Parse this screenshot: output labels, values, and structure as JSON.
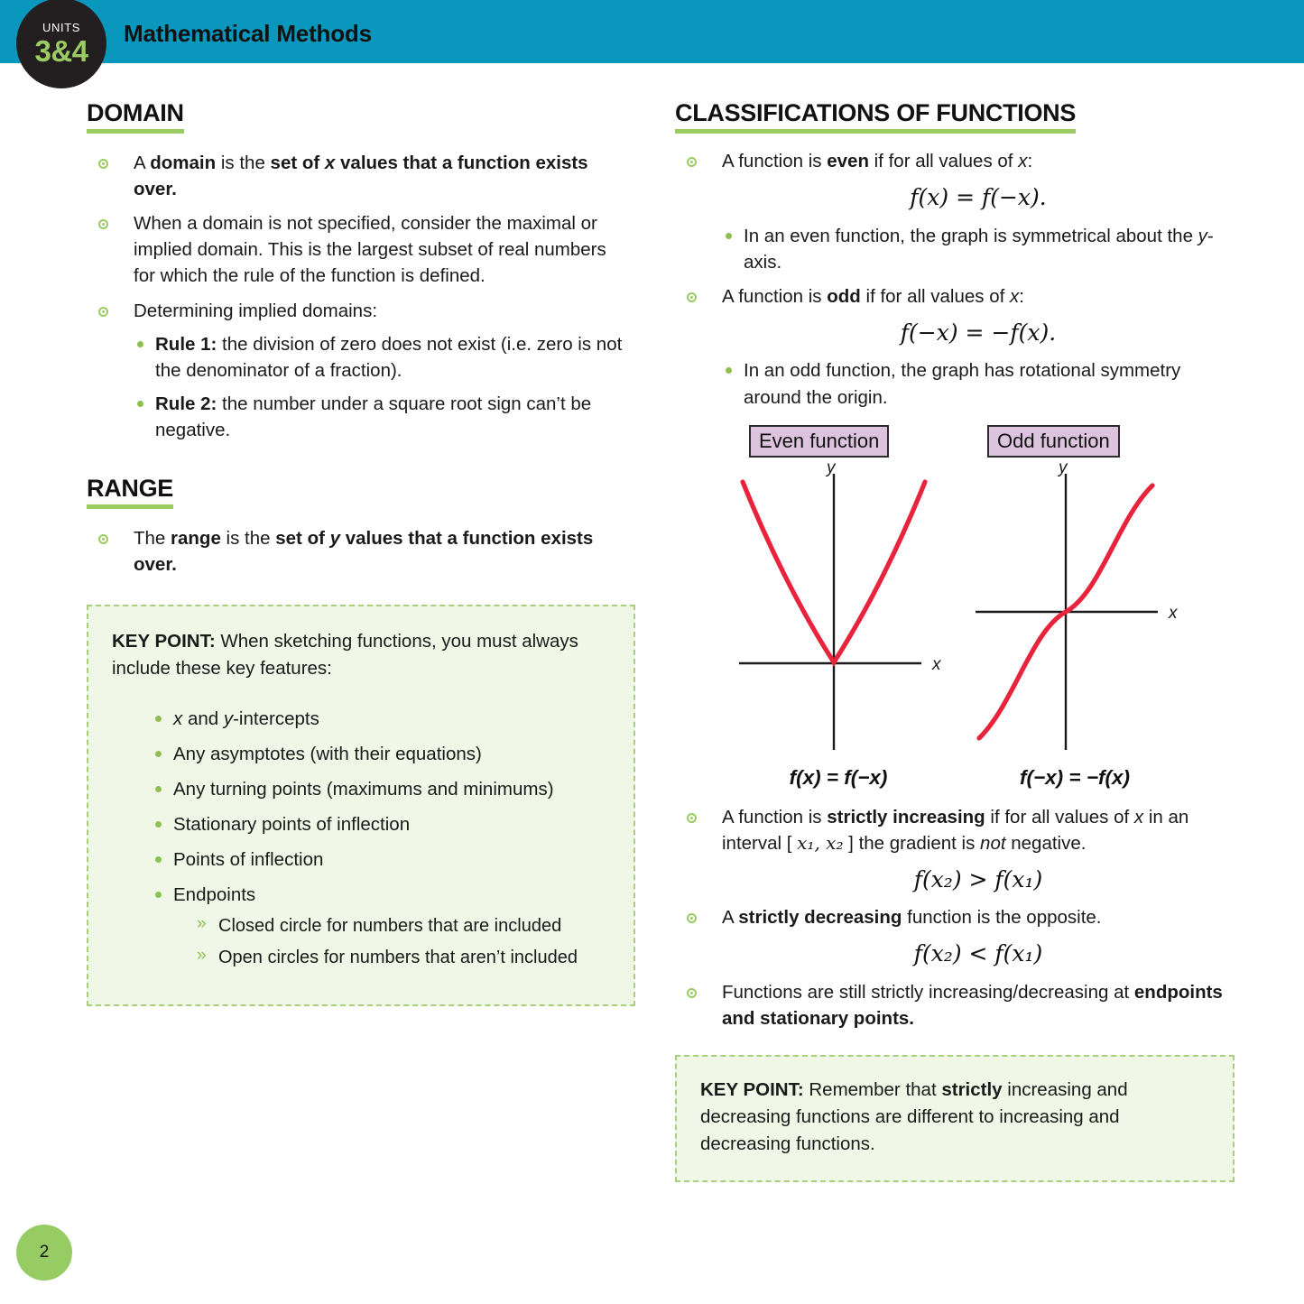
{
  "header": {
    "units_label": "UNITS",
    "units_number": "3&4",
    "title": "Mathematical Methods",
    "bar_color": "#0a97bd",
    "badge_color": "#231f20",
    "accent_green": "#9acc63"
  },
  "left_column": {
    "domain": {
      "heading": "DOMAIN",
      "bullets": [
        {
          "parts": [
            {
              "t": "A ",
              "s": "n"
            },
            {
              "t": "domain",
              "s": "b"
            },
            {
              "t": " is the ",
              "s": "n"
            },
            {
              "t": "set of ",
              "s": "b"
            },
            {
              "t": "x",
              "s": "bi"
            },
            {
              "t": " values that a function exists over.",
              "s": "b"
            }
          ]
        },
        {
          "parts": [
            {
              "t": "When a domain is not specified, consider the maximal or implied domain. This is the largest subset of real numbers for which the rule of the function is defined.",
              "s": "n"
            }
          ]
        },
        {
          "parts": [
            {
              "t": "Determining implied domains:",
              "s": "n"
            }
          ],
          "sub": [
            {
              "parts": [
                {
                  "t": "Rule 1:",
                  "s": "b"
                },
                {
                  "t": " the division of zero does not exist (i.e. zero is not the denominator of a fraction).",
                  "s": "n"
                }
              ]
            },
            {
              "parts": [
                {
                  "t": "Rule 2:",
                  "s": "b"
                },
                {
                  "t": " the number under a square root sign can’t be negative.",
                  "s": "n"
                }
              ]
            }
          ]
        }
      ]
    },
    "range": {
      "heading": "RANGE",
      "bullets": [
        {
          "parts": [
            {
              "t": "The ",
              "s": "n"
            },
            {
              "t": "range",
              "s": "b"
            },
            {
              "t": " is the ",
              "s": "n"
            },
            {
              "t": "set of ",
              "s": "b"
            },
            {
              "t": "y",
              "s": "bi"
            },
            {
              "t": " values that a function exists over.",
              "s": "b"
            }
          ]
        }
      ]
    },
    "keypoint": {
      "label": "KEY POINT:",
      "intro": " When sketching functions, you must always include these key features:",
      "items": [
        {
          "parts": [
            {
              "t": "x",
              "s": "i"
            },
            {
              "t": " and ",
              "s": "n"
            },
            {
              "t": "y",
              "s": "i"
            },
            {
              "t": "-intercepts",
              "s": "n"
            }
          ]
        },
        {
          "parts": [
            {
              "t": "Any asymptotes (with their equations)",
              "s": "n"
            }
          ]
        },
        {
          "parts": [
            {
              "t": "Any turning points (maximums and minimums)",
              "s": "n"
            }
          ]
        },
        {
          "parts": [
            {
              "t": "Stationary points of inflection",
              "s": "n"
            }
          ]
        },
        {
          "parts": [
            {
              "t": "Points of inflection",
              "s": "n"
            }
          ]
        },
        {
          "parts": [
            {
              "t": "Endpoints",
              "s": "n"
            }
          ],
          "sub": [
            {
              "parts": [
                {
                  "t": "Closed circle for numbers that are included",
                  "s": "n"
                }
              ]
            },
            {
              "parts": [
                {
                  "t": "Open circles for numbers that aren’t included",
                  "s": "n"
                }
              ]
            }
          ]
        }
      ]
    }
  },
  "right_column": {
    "heading": "CLASSIFICATIONS OF FUNCTIONS",
    "bullets_top": [
      {
        "parts": [
          {
            "t": "A function is ",
            "s": "n"
          },
          {
            "t": "even",
            "s": "b"
          },
          {
            "t": " if for all values of ",
            "s": "n"
          },
          {
            "t": "x",
            "s": "i"
          },
          {
            "t": ":",
            "s": "n"
          }
        ],
        "math": "f(x) = f(−x).",
        "sub": [
          {
            "parts": [
              {
                "t": "In an even function, the graph is symmetrical about the ",
                "s": "n"
              },
              {
                "t": "y",
                "s": "i"
              },
              {
                "t": "-axis.",
                "s": "n"
              }
            ]
          }
        ]
      },
      {
        "parts": [
          {
            "t": "A function is ",
            "s": "n"
          },
          {
            "t": "odd",
            "s": "b"
          },
          {
            "t": " if for all values of ",
            "s": "n"
          },
          {
            "t": "x",
            "s": "i"
          },
          {
            "t": ":",
            "s": "n"
          }
        ],
        "math": "f(−x) = −f(x).",
        "sub": [
          {
            "parts": [
              {
                "t": "In an odd function, the graph has rotational symmetry around the origin.",
                "s": "n"
              }
            ]
          }
        ]
      }
    ],
    "figures": [
      {
        "label": "Even function",
        "caption": "f(x) = f(−x)",
        "curve_type": "parabola",
        "curve_color": "#e8243c",
        "axis_color": "#1a1a1a",
        "x_axis_label": "x",
        "y_axis_label": "y"
      },
      {
        "label": "Odd function",
        "caption": "f(−x) = −f(x)",
        "curve_type": "cubic",
        "curve_color": "#e8243c",
        "axis_color": "#1a1a1a",
        "x_axis_label": "x",
        "y_axis_label": "y"
      }
    ],
    "bullets_bottom": [
      {
        "parts": [
          {
            "t": "A function is ",
            "s": "n"
          },
          {
            "t": "strictly increasing",
            "s": "b"
          },
          {
            "t": " if for all values of ",
            "s": "n"
          },
          {
            "t": "x",
            "s": "i"
          },
          {
            "t": " in an interval [ ",
            "s": "n"
          },
          {
            "t": "x₁, x₂",
            "s": "m"
          },
          {
            "t": " ] the gradient is ",
            "s": "n"
          },
          {
            "t": "not",
            "s": "i"
          },
          {
            "t": " negative.",
            "s": "n"
          }
        ],
        "math": "f(x₂) > f(x₁)"
      },
      {
        "parts": [
          {
            "t": "A ",
            "s": "n"
          },
          {
            "t": "strictly decreasing",
            "s": "b"
          },
          {
            "t": " function is the opposite.",
            "s": "n"
          }
        ],
        "math": "f(x₂) < f(x₁)"
      },
      {
        "parts": [
          {
            "t": "Functions are still strictly increasing/decreasing at ",
            "s": "n"
          },
          {
            "t": "endpoints and stationary points.",
            "s": "b"
          }
        ]
      }
    ],
    "keypoint": {
      "label": "KEY POINT:",
      "parts": [
        {
          "t": " Remember that ",
          "s": "n"
        },
        {
          "t": "strictly",
          "s": "b"
        },
        {
          "t": " increasing and decreasing functions are different to increasing and decreasing functions.",
          "s": "n"
        }
      ]
    }
  },
  "footer": {
    "page_number": "2",
    "page_badge_color": "#96cc63"
  }
}
